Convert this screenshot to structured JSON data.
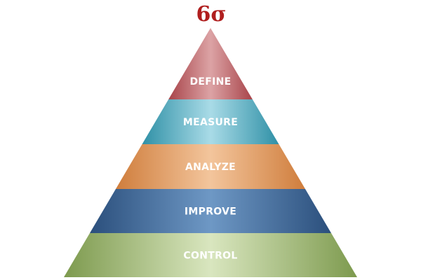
{
  "title": "6σ",
  "title_color": "#b01e1e",
  "tiers": [
    {
      "label": "DEFINE",
      "color_dark": "#a8444a",
      "color_light": "#dca3a5"
    },
    {
      "label": "MEASURE",
      "color_dark": "#2f90a6",
      "color_light": "#a9dbe7"
    },
    {
      "label": "ANALYZE",
      "color_dark": "#cf7d3c",
      "color_light": "#f3c59c"
    },
    {
      "label": "IMPROVE",
      "color_dark": "#2b4f7c",
      "color_light": "#6e98c5"
    },
    {
      "label": "CONTROL",
      "color_dark": "#7d9a4e",
      "color_light": "#d9e6bf"
    }
  ]
}
